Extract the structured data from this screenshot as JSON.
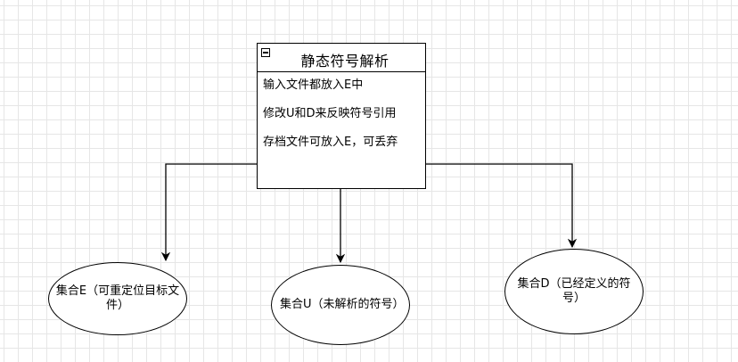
{
  "diagram": {
    "class_box": {
      "title": "静态符号解析",
      "rows": [
        "输入文件都放入E中",
        "修改U和D来反映符号引用",
        "存档文件可放入E，可丢弃"
      ]
    },
    "nodes": [
      {
        "id": "set-e",
        "label": "集合E（可重定位目标文件）"
      },
      {
        "id": "set-u",
        "label": "集合U（未解析的符号）"
      },
      {
        "id": "set-d",
        "label": "集合D（已经定义的符号）"
      }
    ],
    "edges": [
      {
        "from": "class_box",
        "to": "set-e"
      },
      {
        "from": "class_box",
        "to": "set-u"
      },
      {
        "from": "class_box",
        "to": "set-d"
      }
    ],
    "colors": {
      "stroke": "#000000",
      "grid": "#e6e6e6",
      "background": "#ffffff"
    }
  }
}
